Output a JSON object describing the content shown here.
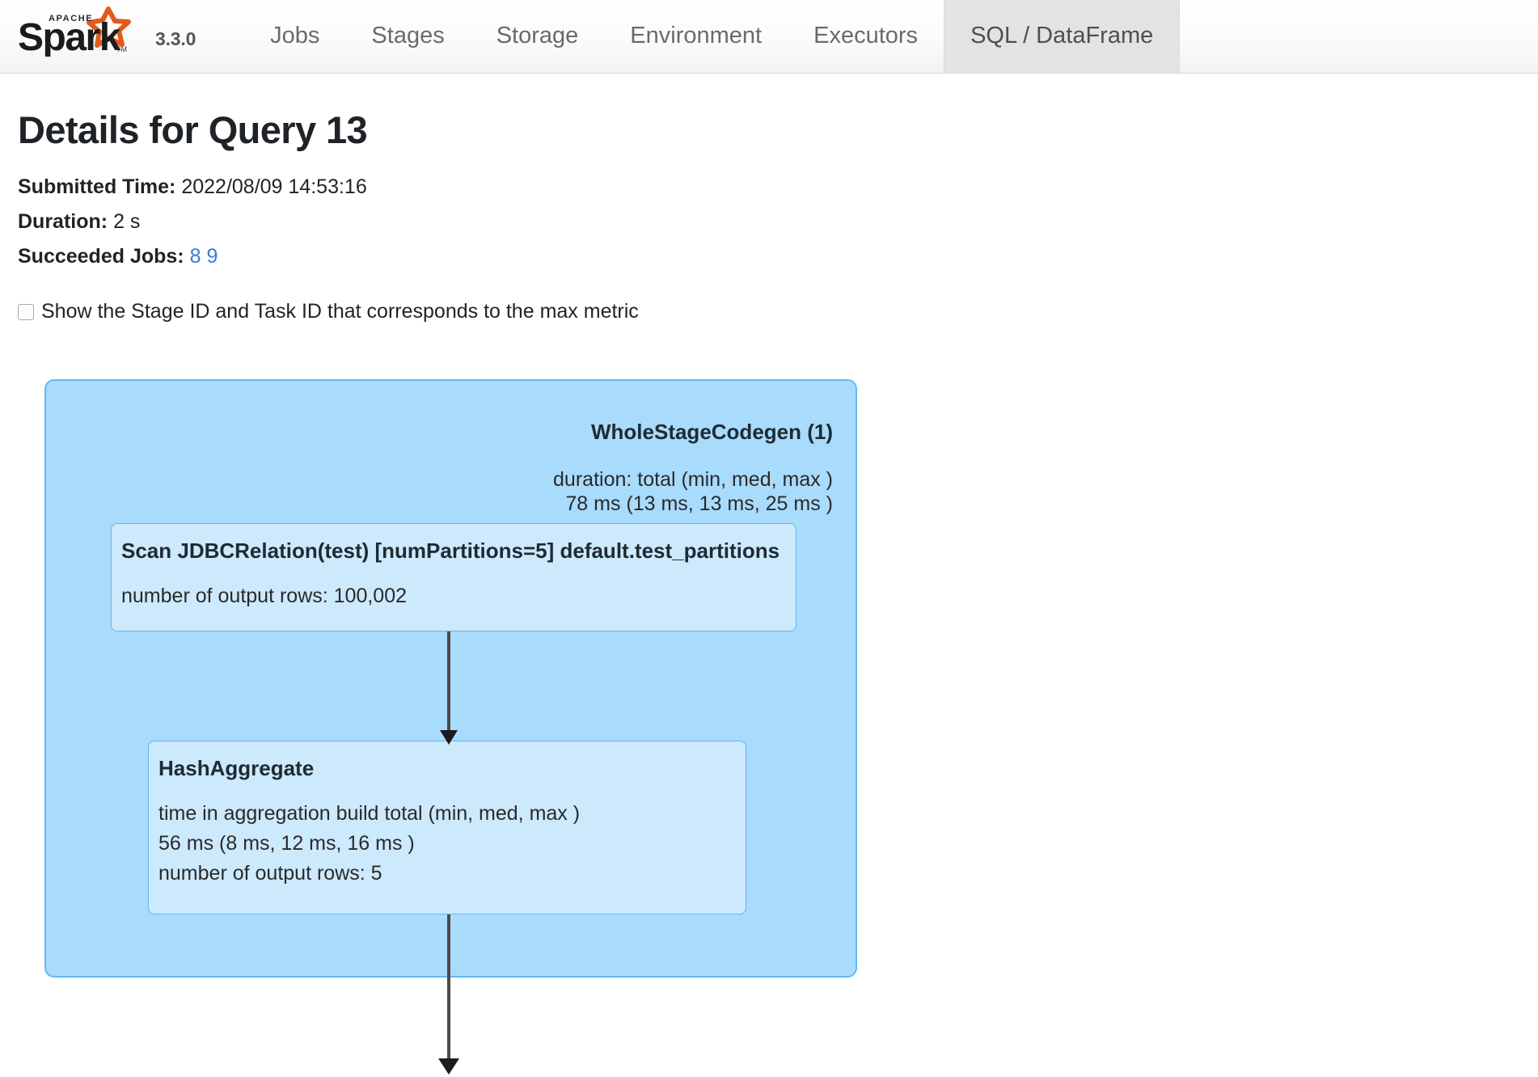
{
  "navbar": {
    "logo_alt": "Apache Spark",
    "version": "3.3.0",
    "tabs": [
      {
        "label": "Jobs",
        "active": false
      },
      {
        "label": "Stages",
        "active": false
      },
      {
        "label": "Storage",
        "active": false
      },
      {
        "label": "Environment",
        "active": false
      },
      {
        "label": "Executors",
        "active": false
      },
      {
        "label": "SQL / DataFrame",
        "active": true
      }
    ]
  },
  "page": {
    "title": "Details for Query 13",
    "submitted_time_label": "Submitted Time:",
    "submitted_time_value": "2022/08/09 14:53:16",
    "duration_label": "Duration:",
    "duration_value": "2 s",
    "succeeded_jobs_label": "Succeeded Jobs:",
    "succeeded_jobs": [
      "8",
      "9"
    ],
    "checkbox_label": "Show the Stage ID and Task ID that corresponds to the max metric",
    "checkbox_checked": false
  },
  "plan": {
    "wholestage": {
      "title": "WholeStageCodegen (1)",
      "metric_line_1": "duration: total (min, med, max )",
      "metric_line_2": "78 ms (13 ms, 13 ms, 25 ms )"
    },
    "nodes": [
      {
        "id": "scan",
        "title": "Scan JDBCRelation(test) [numPartitions=5] default.test_partitions",
        "metrics": [
          "number of output rows: 100,002"
        ]
      },
      {
        "id": "hashaggregate",
        "title": "HashAggregate",
        "metrics": [
          "time in aggregation build total (min, med, max )",
          "56 ms (8 ms, 12 ms, 16 ms )",
          "number of output rows: 5"
        ]
      }
    ]
  },
  "colors": {
    "wholestage_fill": "#a9dbfc",
    "wholestage_border": "#62b8f6",
    "node_fill": "#cde9fc",
    "node_border": "#66b6ef",
    "edge": "#4a4a4a",
    "link": "#3a7bd5",
    "active_tab_bg": "#e3e3e3",
    "logo_star": "#e25a1c"
  }
}
